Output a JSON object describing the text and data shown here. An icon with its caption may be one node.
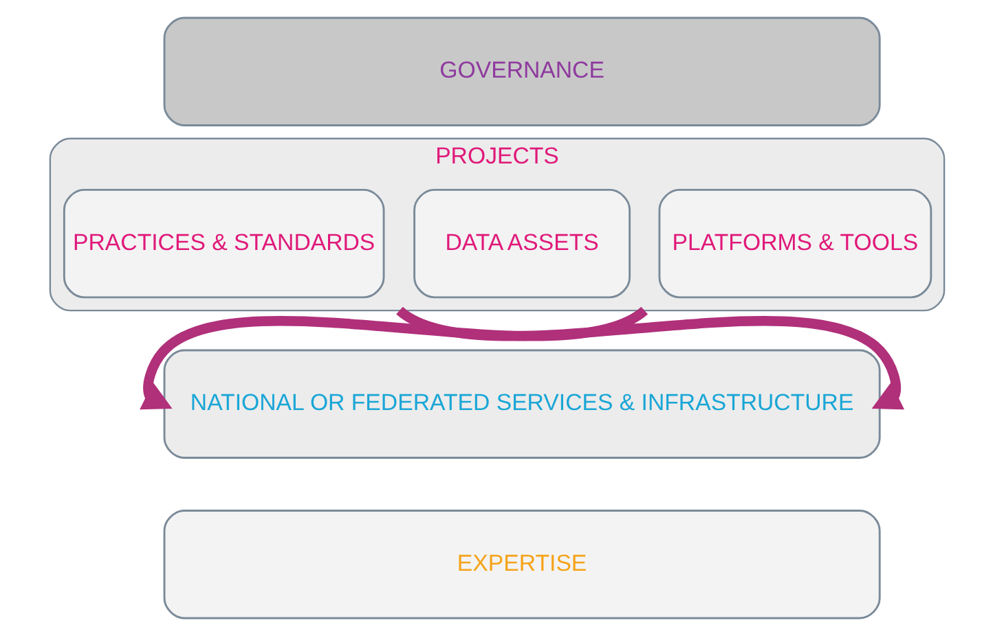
{
  "diagram": {
    "nodes": [
      {
        "text": [
          "GOVERNANCE"
        ]
      },
      {
        "text": [
          "PROJECTS"
        ]
      },
      {
        "text": [
          "PLATFORMS & TOOLS"
        ],
        "in": 1
      },
      {
        "text": [
          "DATA ASSETS"
        ],
        "in": 1
      },
      {
        "text": [
          "PRACTICES & STANDARDS"
        ],
        "in": 1
      },
      {
        "text": [
          "NATIONAL OR FEDERATED SERVICES & INFRASTRUCTURE"
        ]
      },
      {
        "text": [
          "EXPERTISE"
        ]
      }
    ],
    "edges": [
      {
        "from": 1,
        "to": 5,
        "arrow": "to"
      },
      {
        "from": 1,
        "to": 5,
        "arrow": "to"
      }
    ]
  }
}
